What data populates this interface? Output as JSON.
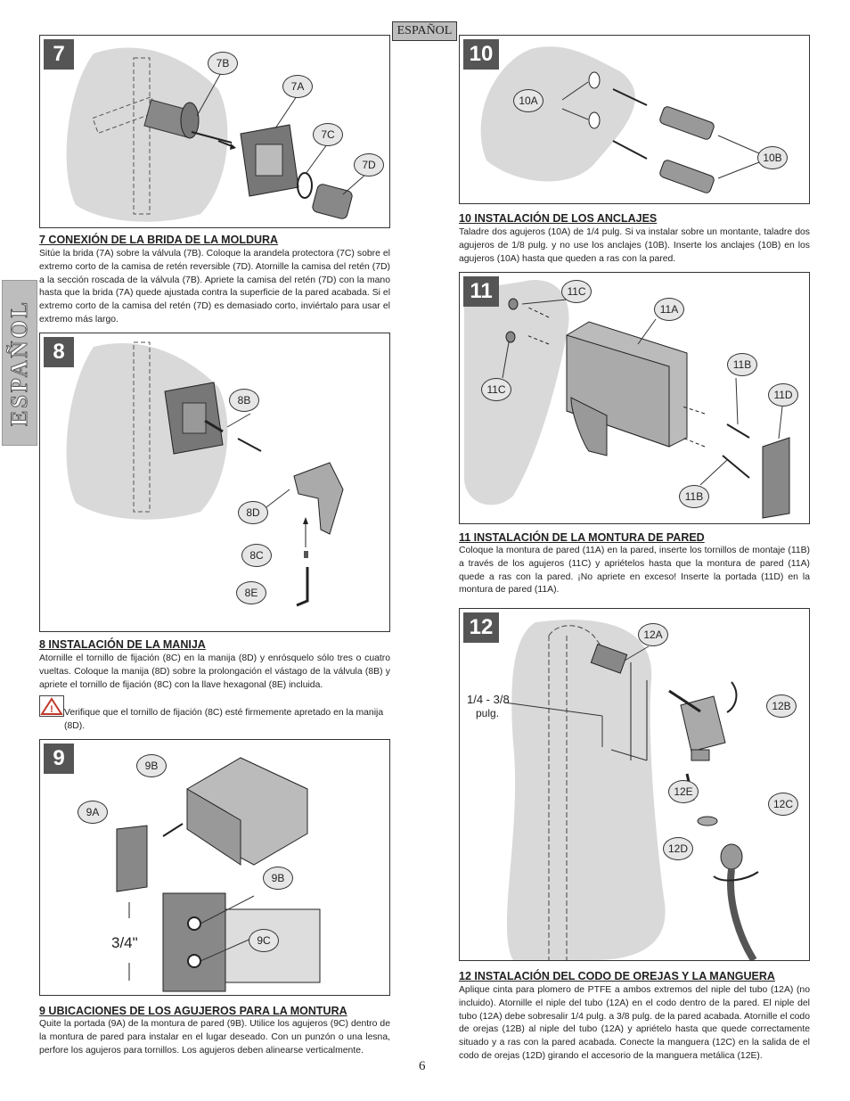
{
  "header_tab": "ESPAÑOL",
  "side_tab": "ESPAÑOL",
  "page_number": "6",
  "steps": {
    "s7": {
      "number": "7",
      "callouts": [
        "7B",
        "7A",
        "7C",
        "7D"
      ],
      "heading": "7 CONEXIÓN DE LA BRIDA DE LA MOLDURA",
      "text": "Sitúe la brida (7A) sobre la válvula (7B). Coloque la arandela protectora (7C) sobre el extremo corto de la camisa de retén reversible (7D). Atornille la camisa del retén (7D) a la sección roscada de la válvula (7B). Apriete la camisa del retén (7D) con la mano hasta que la brida (7A) quede ajustada contra la superficie de la pared acabada. Si el extremo corto de la camisa del retén (7D) es demasiado corto, inviértalo para usar el extremo más largo."
    },
    "s8": {
      "number": "8",
      "callouts": [
        "8B",
        "8D",
        "8C",
        "8E"
      ],
      "heading": "8 INSTALACIÓN DE LA MANIJA",
      "text": "Atornille el tornillo de fijación (8C) en la manija (8D) y enrósquelo sólo tres o cuatro vueltas. Coloque la manija (8D) sobre la prolongación el vástago de la válvula (8B) y apriete el tornillo de fijación (8C) con la llave hexagonal (8E) incluida.",
      "warning": "Verifique que el tornillo de fijación (8C) esté firmemente apretado en la manija (8D)."
    },
    "s9": {
      "number": "9",
      "callouts": [
        "9B",
        "9A",
        "9B",
        "9C"
      ],
      "dimension": "3/4\"",
      "heading": "9 UBICACIONES DE LOS AGUJEROS PARA LA MONTURA",
      "text": "Quite la portada (9A) de la montura de pared (9B). Utilice los agujeros (9C) dentro de la montura de pared para instalar en el lugar deseado. Con un punzón o una lesna, perfore los agujeros para tornillos. Los agujeros deben alinearse verticalmente."
    },
    "s10": {
      "number": "10",
      "callouts": [
        "10A",
        "10B"
      ],
      "heading": "10 INSTALACIÓN DE LOS ANCLAJES",
      "text": "Taladre dos agujeros (10A) de 1/4 pulg. Si va instalar sobre un montante, taladre dos agujeros de 1/8 pulg. y no use los anclajes (10B). Inserte los anclajes (10B) en los agujeros (10A) hasta que queden a ras con la pared."
    },
    "s11": {
      "number": "11",
      "callouts": [
        "11C",
        "11A",
        "11B",
        "11D",
        "11C",
        "11B"
      ],
      "heading": "11 INSTALACIÓN DE LA MONTURA DE PARED",
      "text": "Coloque la montura de pared (11A) en la pared, inserte los tornillos de montaje (11B) a través de los agujeros (11C) y apriételos hasta que la montura de pared (11A) quede a ras con la pared. ¡No apriete en exceso! Inserte la portada (11D) en la montura de pared (11A)."
    },
    "s12": {
      "number": "12",
      "callouts": [
        "12A",
        "12B",
        "12E",
        "12C",
        "12D"
      ],
      "dimension": "1/4 - 3/8",
      "dimension_unit": "pulg.",
      "heading": "12 INSTALACIÓN DEL CODO DE OREJAS Y LA MANGUERA",
      "text": "Aplique cinta para plomero de PTFE a ambos extremos del niple del tubo (12A) (no incluido). Atornille el niple del tubo (12A) en el codo dentro de la pared. El niple del tubo (12A) debe sobresalir 1/4 pulg. a 3/8 pulg. de la pared acabada. Atornille el codo de orejas (12B) al niple del tubo (12A) y apriételo hasta que quede correctamente situado y a ras con la pared acabada. Conecte la manguera (12C) en la salida de el codo de orejas (12D) girando el accesorio de la manguera metálica (12E)."
    }
  },
  "colors": {
    "panel_number_bg": "#555555",
    "wall_gray": "#d9d9d9",
    "tab_gray": "#bdbdbd",
    "warning_red": "#c0392b"
  }
}
